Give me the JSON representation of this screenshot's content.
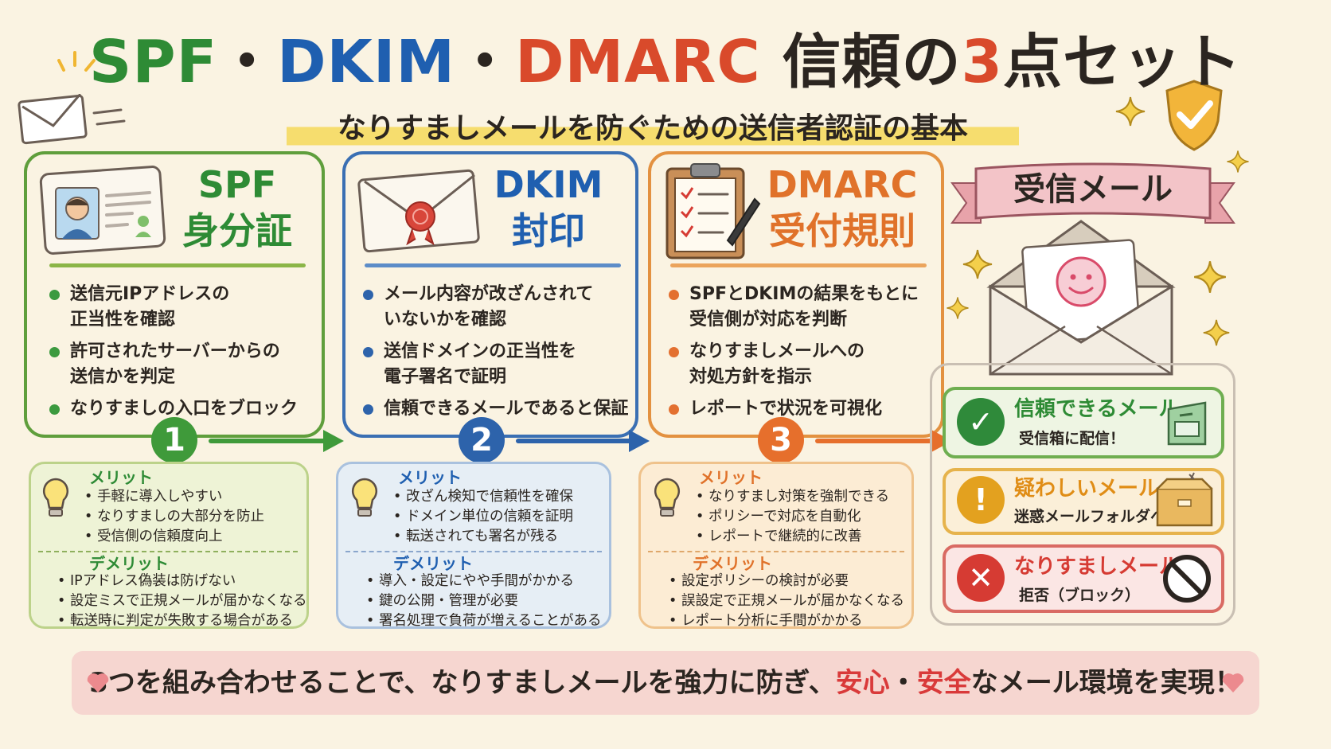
{
  "title": {
    "part1": "SPF",
    "sep1": "・",
    "part2": "DKIM",
    "sep2": "・",
    "part3": "DMARC",
    "part4": "信頼の",
    "part5": "3",
    "part6": "点セット"
  },
  "subtitle": "なりすましメールを防ぐための送信者認証の基本",
  "colors": {
    "spf": "#2e8b35",
    "dkim": "#1f5fb0",
    "dmarc": "#e0722a",
    "ok": "#3c9a3f",
    "warn": "#e0a023",
    "bad": "#d63b33"
  },
  "panels": [
    {
      "name": "SPF",
      "subtitle": "身分証",
      "icon": "id-card-icon",
      "bullets": [
        "送信元IPアドレスの\n正当性を確認",
        "許可されたサーバーからの\n送信かを判定",
        "なりすましの入口をブロック"
      ],
      "step": "1",
      "merit_label": "メリット",
      "merits": [
        "手軽に導入しやすい",
        "なりすましの大部分を防止",
        "受信側の信頼度向上"
      ],
      "demerit_label": "デメリット",
      "demerits": [
        "IPアドレス偽装は防げない",
        "設定ミスで正規メールが届かなくなる",
        "転送時に判定が失敗する場合がある"
      ]
    },
    {
      "name": "DKIM",
      "subtitle": "封印",
      "icon": "sealed-envelope-icon",
      "bullets": [
        "メール内容が改ざんされて\nいないかを確認",
        "送信ドメインの正当性を\n電子署名で証明",
        "信頼できるメールであると保証"
      ],
      "step": "2",
      "merit_label": "メリット",
      "merits": [
        "改ざん検知で信頼性を確保",
        "ドメイン単位の信頼を証明",
        "転送されても署名が残る"
      ],
      "demerit_label": "デメリット",
      "demerits": [
        "導入・設定にやや手間がかかる",
        "鍵の公開・管理が必要",
        "署名処理で負荷が増えることがある"
      ]
    },
    {
      "name": "DMARC",
      "subtitle": "受付規則",
      "icon": "clipboard-icon",
      "bullets": [
        "SPFとDKIMの結果をもとに\n受信側が対応を判断",
        "なりすましメールへの\n対処方針を指示",
        "レポートで状況を可視化"
      ],
      "step": "3",
      "merit_label": "メリット",
      "merits": [
        "なりすまし対策を強制できる",
        "ポリシーで対応を自動化",
        "レポートで継続的に改善"
      ],
      "demerit_label": "デメリット",
      "demerits": [
        "設定ポリシーの検討が必要",
        "誤設定で正規メールが届かなくなる",
        "レポート分析に手間がかかる"
      ]
    }
  ],
  "receive": {
    "banner": "受信メール",
    "results": [
      {
        "title": "信頼できるメール",
        "sub": "受信箱に配信！",
        "icon": "check-icon",
        "side_icon": "inbox-tray-icon"
      },
      {
        "title": "疑わしいメール",
        "sub": "迷惑メールフォルダへ",
        "icon": "exclamation-icon",
        "side_icon": "folder-box-icon"
      },
      {
        "title": "なりすましメール",
        "sub": "拒否（ブロック）",
        "icon": "cross-icon",
        "side_icon": "prohibited-icon"
      }
    ]
  },
  "footer": {
    "part1": "3つを組み合わせることで、なりすましメールを強力に防ぎ、",
    "hl1": "安心",
    "sep": "・",
    "hl2": "安全",
    "part2": "なメール環境を実現！"
  }
}
